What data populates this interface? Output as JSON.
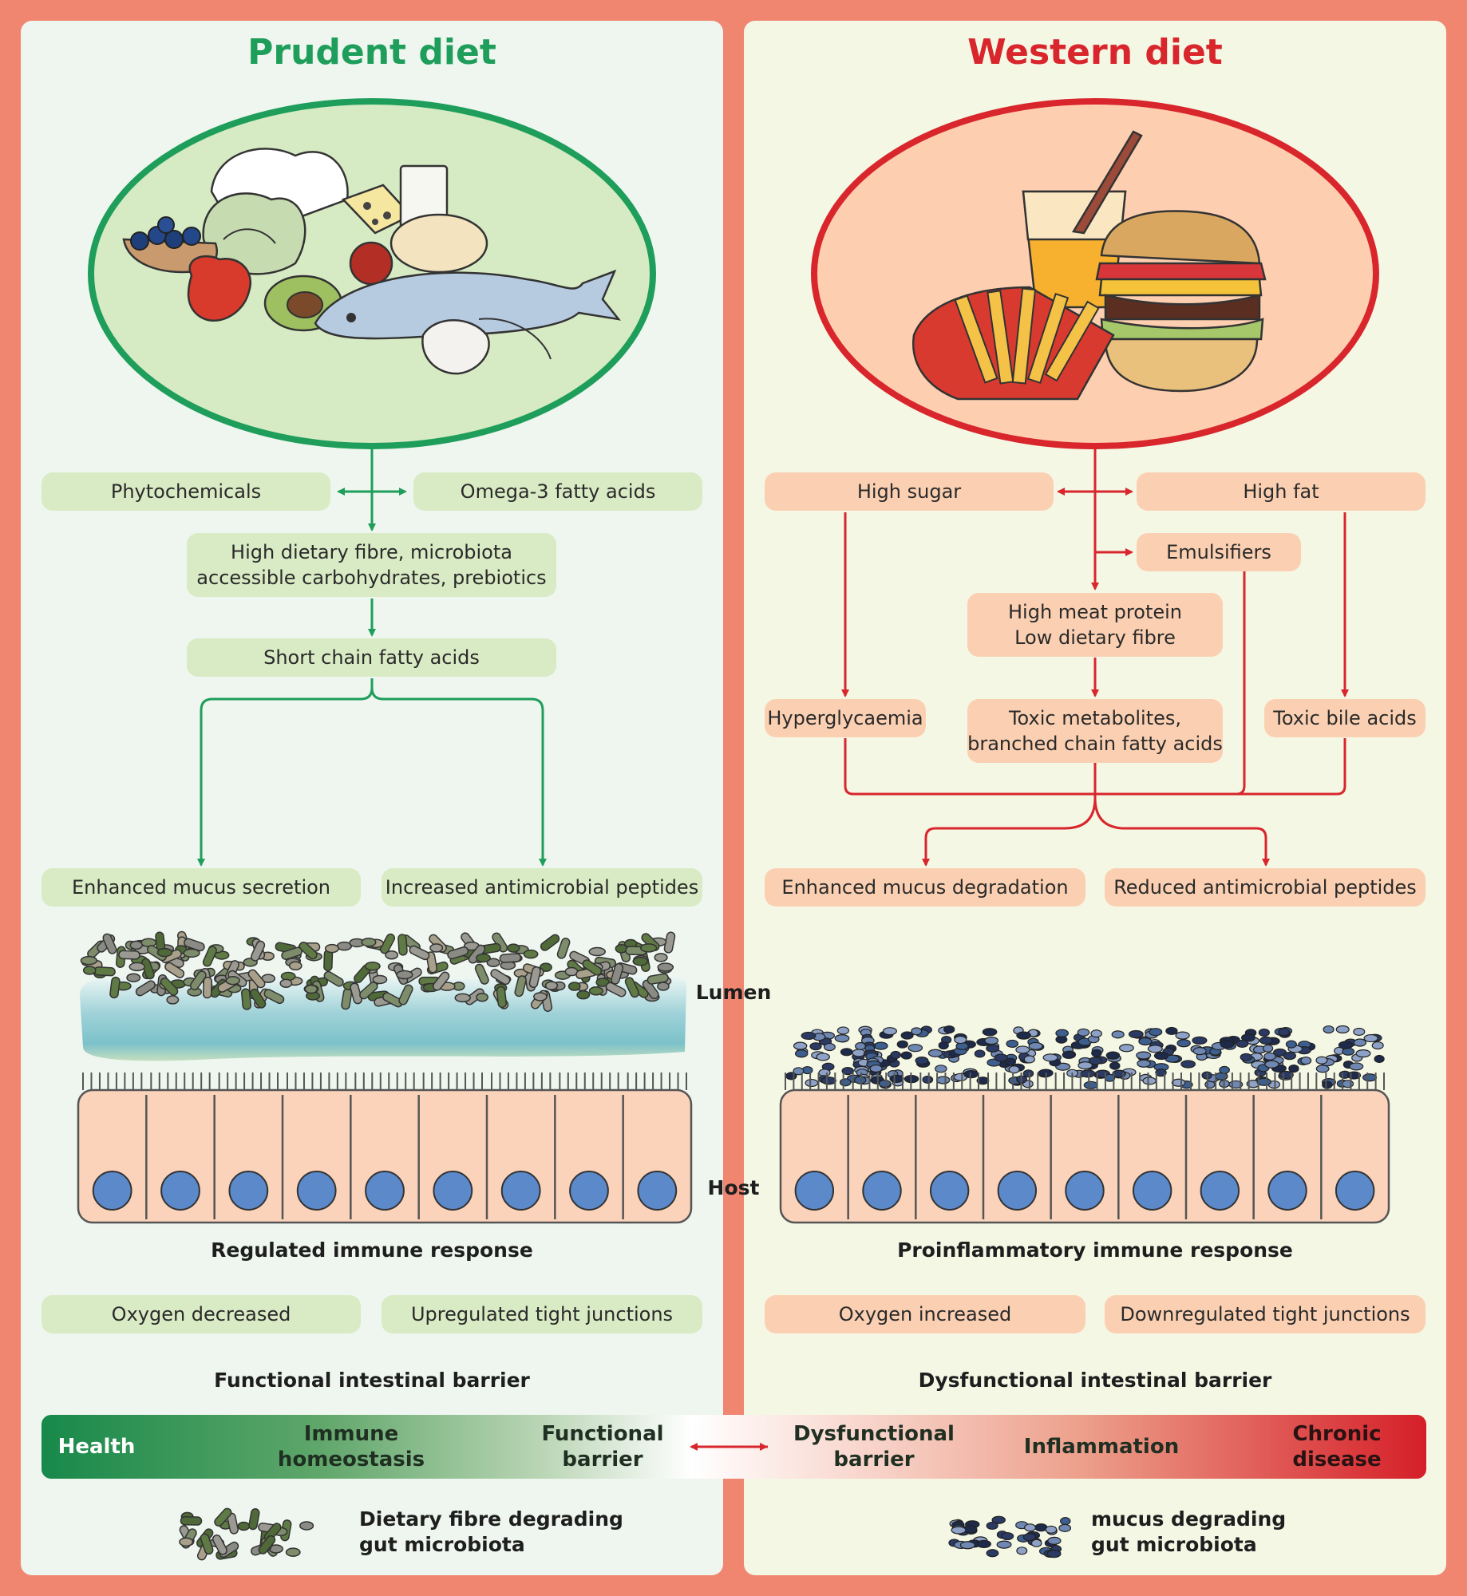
{
  "left": {
    "title": "Prudent diet",
    "phytochemicals": "Phytochemicals",
    "omega3": "Omega-3 fatty acids",
    "fibre_line1": "High dietary fibre, microbiota",
    "fibre_line2": "accessible carbohydrates, prebiotics",
    "scfa": "Short chain fatty acids",
    "mucus": "Enhanced mucus secretion",
    "amp": "Increased antimicrobial peptides",
    "immune": "Regulated immune response",
    "oxygen": "Oxygen decreased",
    "tight": "Upregulated tight junctions",
    "barrier": "Functional intestinal barrier"
  },
  "right": {
    "title": "Western diet",
    "sugar": "High sugar",
    "fat": "High fat",
    "emulsifiers": "Emulsifiers",
    "meat_line1": "High meat protein",
    "meat_line2": "Low dietary fibre",
    "hyper": "Hyperglycaemia",
    "toxic_line1": "Toxic metabolites,",
    "toxic_line2": "branched chain fatty acids",
    "bile": "Toxic bile acids",
    "mucus": "Enhanced mucus degradation",
    "amp": "Reduced antimicrobial peptides",
    "immune": "Proinflammatory immune response",
    "oxygen": "Oxygen increased",
    "tight": "Downregulated tight junctions",
    "barrier": "Dysfunctional intestinal barrier"
  },
  "labels": {
    "lumen": "Lumen",
    "host": "Host"
  },
  "spectrum": {
    "health": "Health",
    "immune_line1": "Immune",
    "immune_line2": "homeostasis",
    "functional_line1": "Functional",
    "functional_line2": "barrier",
    "dysfunctional_line1": "Dysfunctional",
    "dysfunctional_line2": "barrier",
    "inflammation": "Inflammation",
    "chronic_line1": "Chronic",
    "chronic_line2": "disease"
  },
  "legend": {
    "fibre_line1": "Dietary fibre degrading",
    "fibre_line2": "gut microbiota",
    "mucus_line1": "mucus  degrading",
    "mucus_line2": "gut microbiota"
  },
  "colors": {
    "green": "#1e9e5a",
    "red": "#d8262c",
    "left_panel": "#eef6ef",
    "right_panel": "#f5f7e5",
    "green_box": "#d9ebc4",
    "red_box": "#fbd0b2",
    "cell": "#fbd3bb",
    "nucleus": "#5b89c9"
  },
  "icons": [
    "healthy-food-illustration",
    "fast-food-illustration",
    "fibre-microbiota-icon",
    "mucus-microbiota-icon"
  ]
}
